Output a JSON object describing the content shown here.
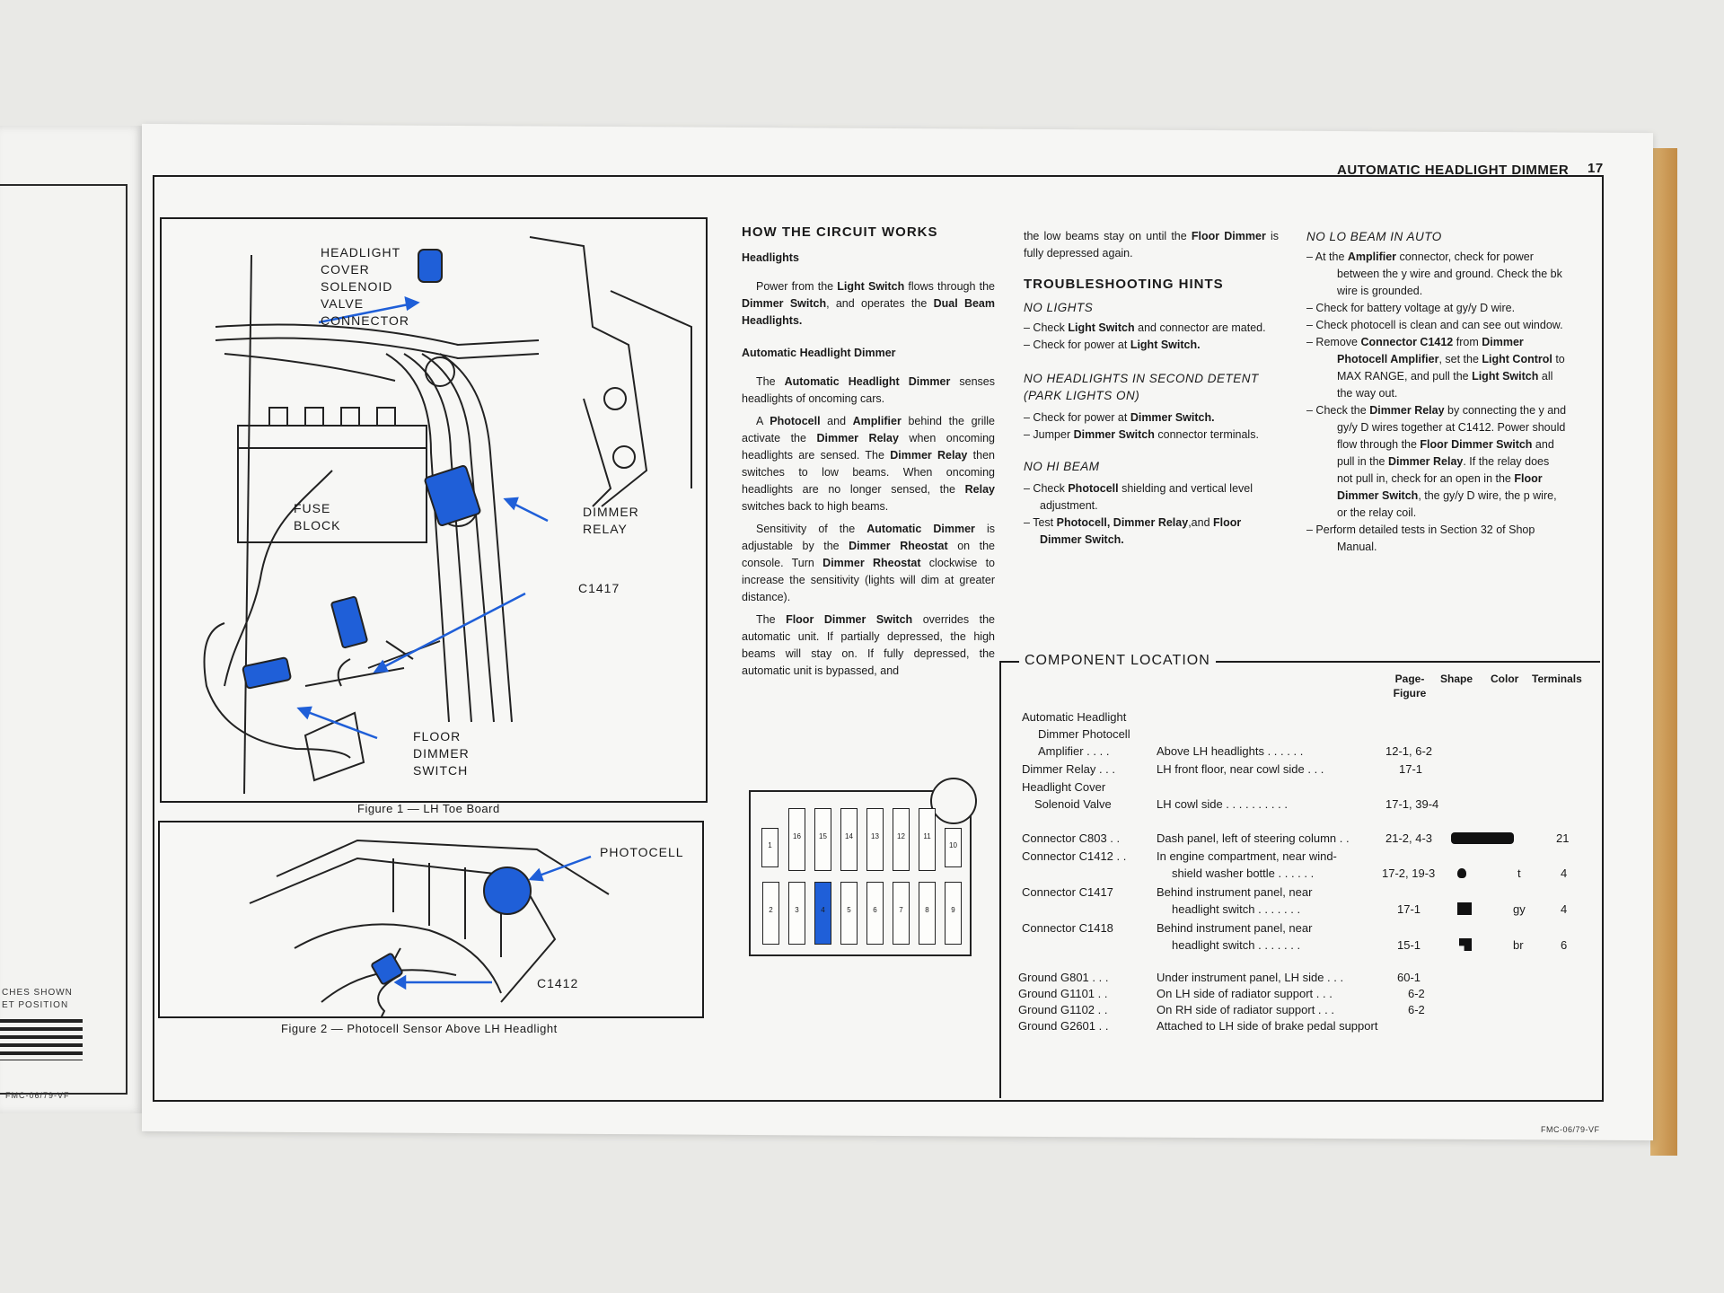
{
  "header": {
    "title": "AUTOMATIC HEADLIGHT DIMMER",
    "page_number": "17"
  },
  "left_page": {
    "note_line1": "CHES SHOWN",
    "note_line2": "ET POSITION",
    "footer": "FMC-06/79-VF"
  },
  "footer": "FMC-06/79-VF",
  "figure1": {
    "caption": "Figure 1 — LH Toe Board",
    "labels": {
      "headlight_cover": [
        "HEADLIGHT",
        "COVER",
        "SOLENOID",
        "VALVE",
        "CONNECTOR"
      ],
      "fuse_block": [
        "FUSE",
        "BLOCK"
      ],
      "dimmer_relay": [
        "DIMMER",
        "RELAY"
      ],
      "c1417": "C1417",
      "floor_dimmer": [
        "FLOOR",
        "DIMMER",
        "SWITCH"
      ]
    }
  },
  "figure2": {
    "caption": "Figure 2 — Photocell Sensor Above LH Headlight",
    "labels": {
      "photocell": "PHOTOCELL",
      "c1412": "C1412"
    }
  },
  "how_it_works": {
    "heading": "HOW THE CIRCUIT WORKS",
    "headlights_heading": "Headlights",
    "p1_a": "Power from the ",
    "p1_b": "Light Switch",
    "p1_c": " flows through the ",
    "p1_d": "Dimmer Switch",
    "p1_e": ", and operates the ",
    "p1_f": "Dual Beam Headlights.",
    "auto_heading": "Automatic Headlight Dimmer",
    "p2_a": "The ",
    "p2_b": "Automatic Headlight Dimmer",
    "p2_c": " senses headlights of oncoming cars.",
    "p3_a": "A ",
    "p3_b": "Photocell",
    "p3_c": " and ",
    "p3_d": "Amplifier",
    "p3_e": " behind the grille activate the ",
    "p3_f": "Dimmer Relay",
    "p3_g": " when oncoming headlights are sensed. The ",
    "p3_h": "Dimmer Relay",
    "p3_i": " then switches to low beams. When oncoming headlights are no longer sensed, the ",
    "p3_j": "Relay",
    "p3_k": " switches back to high beams.",
    "p4_a": "Sensitivity of the ",
    "p4_b": "Automatic Dimmer",
    "p4_c": " is adjustable by the ",
    "p4_d": "Dimmer Rheostat",
    "p4_e": " on the console. Turn ",
    "p4_f": "Dimmer Rheostat",
    "p4_g": " clockwise to increase the sensitivity (lights will dim at greater distance).",
    "p5_a": "The ",
    "p5_b": "Floor Dimmer Switch",
    "p5_c": " overrides the automatic unit. If partially depressed, the high beams will stay on. If fully depressed, the automatic unit is bypassed, and",
    "p6_a": "the low beams stay on until the ",
    "p6_b": "Floor Dimmer",
    "p6_c": " is fully depressed again."
  },
  "troubleshooting": {
    "heading": "TROUBLESHOOTING HINTS",
    "no_lights": "NO LIGHTS",
    "nl1_a": "– Check ",
    "nl1_b": "Light Switch",
    "nl1_c": " and connector are mated.",
    "nl2_a": "– Check for power at ",
    "nl2_b": "Light Switch.",
    "no_headlights": "NO HEADLIGHTS IN SECOND DETENT (PARK LIGHTS ON)",
    "nh1_a": "– Check for power at ",
    "nh1_b": "Dimmer Switch.",
    "nh2_a": "– Jumper ",
    "nh2_b": "Dimmer Switch",
    "nh2_c": " connector terminals.",
    "no_hi": "NO HI BEAM",
    "hb1_a": "– Check ",
    "hb1_b": "Photocell",
    "hb1_c": " shielding and vertical level adjustment.",
    "hb2_a": "– Test ",
    "hb2_b": "Photocell, Dimmer Relay",
    "hb2_c": ",and ",
    "hb2_d": "Floor Dimmer Switch.",
    "no_lo": "NO LO BEAM IN AUTO",
    "lo1_a": "– At the ",
    "lo1_b": "Amplifier",
    "lo1_c": " connector, check for power between the y wire and ground. Check the bk wire is grounded.",
    "lo2": "– Check for battery voltage at gy/y D wire.",
    "lo3": "– Check photocell is clean and can see out window.",
    "lo4_a": "– Remove ",
    "lo4_b": "Connector C1412",
    "lo4_c": " from ",
    "lo4_d": "Dimmer Photocell Amplifier",
    "lo4_e": ", set the ",
    "lo4_f": "Light Control",
    "lo4_g": " to MAX RANGE, and pull the ",
    "lo4_h": "Light Switch",
    "lo4_i": " all the way out.",
    "lo5_a": "– Check the ",
    "lo5_b": "Dimmer Relay",
    "lo5_c": " by connecting the y and gy/y D wires together at C1412. Power should flow through the ",
    "lo5_d": "Floor Dimmer Switch",
    "lo5_e": " and pull in the ",
    "lo5_f": "Dimmer Relay",
    "lo5_g": ". If the relay does not pull in, check for an open in the ",
    "lo5_h": "Floor Dimmer Switch",
    "lo5_i": ", the gy/y D wire, the p wire, or the relay coil.",
    "lo6": "– Perform detailed tests in Section 32 of Shop Manual."
  },
  "component_location": {
    "heading": "COMPONENT LOCATION",
    "columns": {
      "page_figure": "Page-Figure",
      "shape": "Shape",
      "color": "Color",
      "terminals": "Terminals"
    },
    "rows": [
      {
        "name": "Automatic Headlight",
        "loc": "",
        "fig": "",
        "color": "",
        "terminals": ""
      },
      {
        "name": "Dimmer Photocell",
        "loc": "",
        "fig": "",
        "color": "",
        "terminals": ""
      },
      {
        "name": "Amplifier . . . .",
        "loc": "Above LH headlights . . . . . .",
        "fig": "12-1, 6-2",
        "color": "",
        "terminals": ""
      },
      {
        "name": "Dimmer Relay . . .",
        "loc": "LH front floor, near cowl side . . .",
        "fig": "17-1",
        "color": "",
        "terminals": ""
      },
      {
        "name": "Headlight Cover",
        "loc": "",
        "fig": "",
        "color": "",
        "terminals": ""
      },
      {
        "name": "Solenoid Valve",
        "loc": "LH cowl side . . . . . . . . . .",
        "fig": "17-1, 39-4",
        "color": "",
        "terminals": ""
      },
      {
        "name": "Connector C803 . .",
        "loc": "Dash panel, left of steering column . .",
        "fig": "21-2, 4-3",
        "color": "",
        "terminals": "21"
      },
      {
        "name": "Connector C1412 . .",
        "loc": "In engine compartment, near wind-",
        "fig": "",
        "color": "",
        "terminals": ""
      },
      {
        "name": "",
        "loc": "shield washer bottle . . . . . .",
        "fig": "17-2, 19-3",
        "color": "t",
        "terminals": "4"
      },
      {
        "name": "Connector C1417",
        "loc": "Behind instrument panel, near",
        "fig": "",
        "color": "",
        "terminals": ""
      },
      {
        "name": "",
        "loc": "headlight switch . . . . . . .",
        "fig": "17-1",
        "color": "gy",
        "terminals": "4"
      },
      {
        "name": "Connector C1418",
        "loc": "Behind instrument panel, near",
        "fig": "",
        "color": "",
        "terminals": ""
      },
      {
        "name": "",
        "loc": "headlight switch . . . . . . .",
        "fig": "15-1",
        "color": "br",
        "terminals": "6"
      },
      {
        "name": "Ground G801 . . .",
        "loc": "Under instrument panel, LH side . . .",
        "fig": "60-1",
        "color": "",
        "terminals": ""
      },
      {
        "name": "Ground G1101 . .",
        "loc": "On LH side of radiator support . . .",
        "fig": "6-2",
        "color": "",
        "terminals": ""
      },
      {
        "name": "Ground G1102 . .",
        "loc": "On RH side of radiator support . . .",
        "fig": "6-2",
        "color": "",
        "terminals": ""
      },
      {
        "name": "Ground G2601 . .",
        "loc": "Attached to LH side of brake pedal support",
        "fig": "",
        "color": "",
        "terminals": ""
      }
    ]
  },
  "fuse_block": {
    "top_labels": [
      "1",
      "16",
      "15",
      "14",
      "13",
      "12",
      "11",
      "10"
    ],
    "bottom_labels": [
      "2",
      "3",
      "4",
      "5",
      "6",
      "7",
      "8",
      "9"
    ],
    "highlighted": "4"
  },
  "colors": {
    "highlight_blue": "#1f5fd8",
    "ink": "#1a1a1a",
    "paper": "#f6f6f4"
  }
}
